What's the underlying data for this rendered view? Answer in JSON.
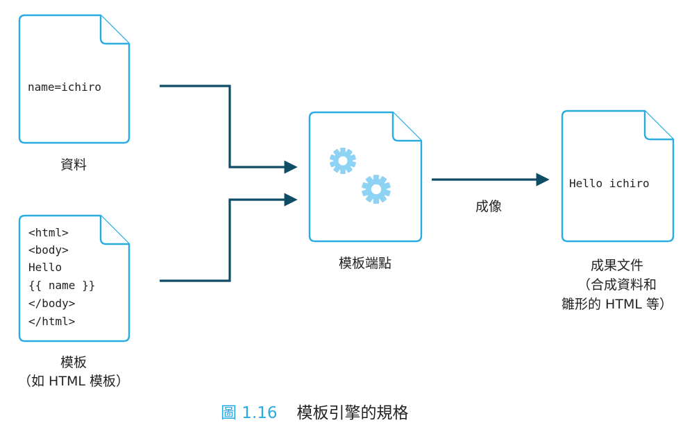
{
  "colors": {
    "doc_outline": "#29abe2",
    "arrow": "#0f4c66",
    "gear": "#8fd3f4",
    "caption_number": "#29abe2",
    "text": "#222222"
  },
  "data_doc": {
    "content": "name=ichiro",
    "label": "資料"
  },
  "template_doc": {
    "lines": [
      "<html>",
      "<body>",
      "Hello",
      "{{ name }}",
      "</body>",
      "</html>"
    ],
    "label_line1": "模板",
    "label_line2": "（如 HTML 模板）"
  },
  "engine": {
    "icon": "gears-icon",
    "label": "模板端點"
  },
  "render_arrow_label": "成像",
  "result_doc": {
    "content": "Hello ichiro",
    "label_line1": "成果文件",
    "label_line2": "（合成資料和",
    "label_line3": "雛形的 HTML 等）"
  },
  "caption": {
    "number": "圖 1.16",
    "title": "模板引擎的規格"
  }
}
